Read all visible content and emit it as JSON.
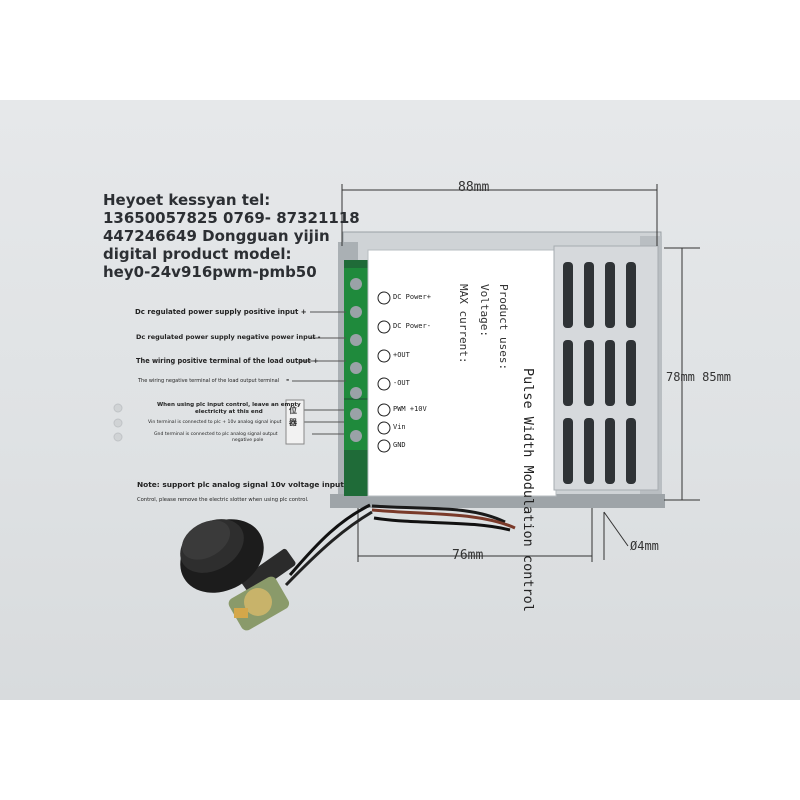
{
  "header_lines": [
    "Heyoet kessyan tel:",
    "13650057825 0769- 87321118",
    "447246649 Dongguan yijin",
    "digital product model:",
    "hey0-24v916pwm-pmb50"
  ],
  "wiring_labels": {
    "l1": "Dc regulated power supply positive input +",
    "l2": "Dc regulated power supply negative power input -",
    "l3": "The wiring positive terminal of the load output +",
    "l4": "The wiring negative terminal of the load output terminal",
    "l4_sign": "-",
    "l5a": "When using plc input control, leave an empty",
    "l5b": "electricity at this end",
    "l6": "Vin terminal is connected to plc + 10v analog signal input",
    "l7a": "Gnd terminal is connected to plc analog signal output",
    "l7b": "negative pole",
    "note": "Note: support plc analog signal 10v voltage input",
    "note2": "Control, please remove the electric slotter when using plc control."
  },
  "dimensions": {
    "top": "88mm",
    "right": "78mm 85mm",
    "bottom": "76mm",
    "hole": "Ø4mm"
  },
  "panel": {
    "title": "Pulse Width Modulation control",
    "line1": "Product uses:",
    "line2": "Voltage:",
    "line3": "MAX current:",
    "terminals": [
      "DC Power+",
      "DC Power-",
      "+OUT",
      "-OUT",
      "PWM +10V",
      "Vin",
      "GND"
    ]
  },
  "connector_mark": "位器"
}
